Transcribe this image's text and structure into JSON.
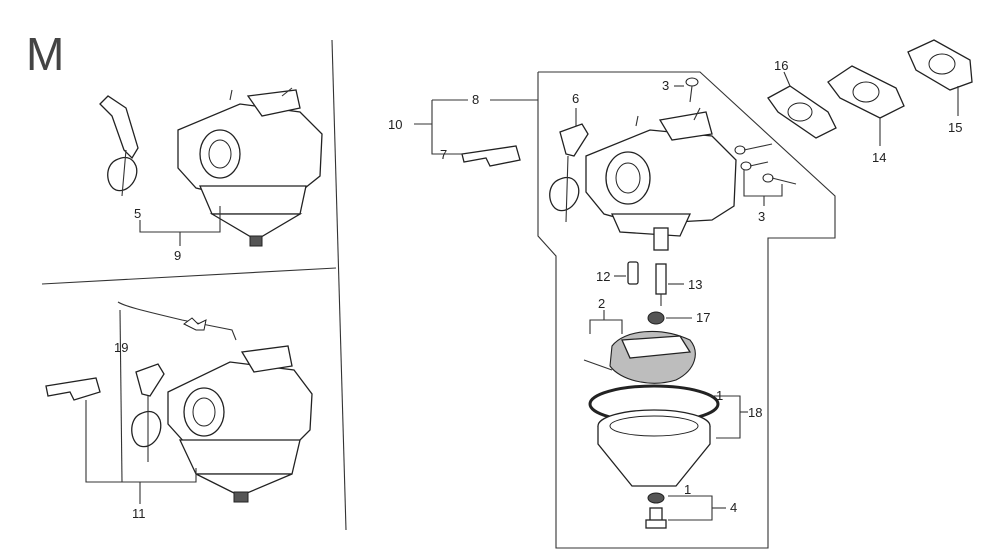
{
  "section_letter": "M",
  "labels": {
    "p1a": "1",
    "p1b": "1",
    "p2": "2",
    "p3a": "3",
    "p3b": "3",
    "p4": "4",
    "p5": "5",
    "p6": "6",
    "p7": "7",
    "p8": "8",
    "p9": "9",
    "p10": "10",
    "p11": "11",
    "p12": "12",
    "p13": "13",
    "p14": "14",
    "p15": "15",
    "p16": "16",
    "p17": "17",
    "p18": "18",
    "p19": "19"
  },
  "icons": {
    "carburetor": "carburetor-icon",
    "gasket": "gasket-icon",
    "screw": "screw-icon",
    "float-bowl": "float-bowl-icon",
    "choke-valve": "choke-valve-icon"
  }
}
